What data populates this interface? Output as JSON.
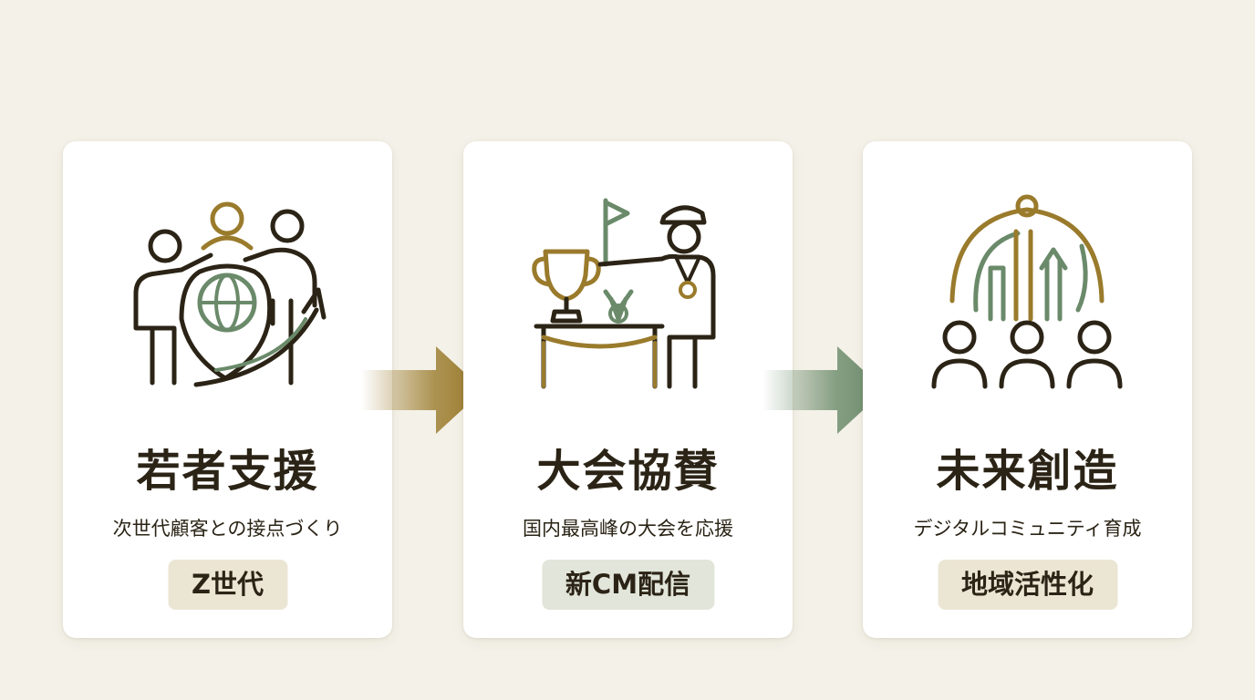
{
  "colors": {
    "background": "#f4f1e8",
    "card": "#ffffff",
    "ink": "#2b2416",
    "gold": "#9a7b2c",
    "green": "#6a8a6a",
    "tag_gold": "#ebe6d4",
    "tag_green": "#e2e6da"
  },
  "cards": [
    {
      "icon": "people-shield-globe-icon",
      "title": "若者支援",
      "subtitle": "次世代顧客との接点づくり",
      "tag": "Z世代"
    },
    {
      "icon": "trophy-podium-referee-icon",
      "title": "大会協賛",
      "subtitle": "国内最高峰の大会を応援",
      "tag": "新CM配信"
    },
    {
      "icon": "community-growth-icon",
      "title": "未来創造",
      "subtitle": "デジタルコミュニティ育成",
      "tag": "地域活性化"
    }
  ],
  "arrows": [
    {
      "icon": "arrow-right-icon",
      "color": "#9a7b2c"
    },
    {
      "icon": "arrow-right-icon",
      "color": "#6a8a6a"
    }
  ]
}
